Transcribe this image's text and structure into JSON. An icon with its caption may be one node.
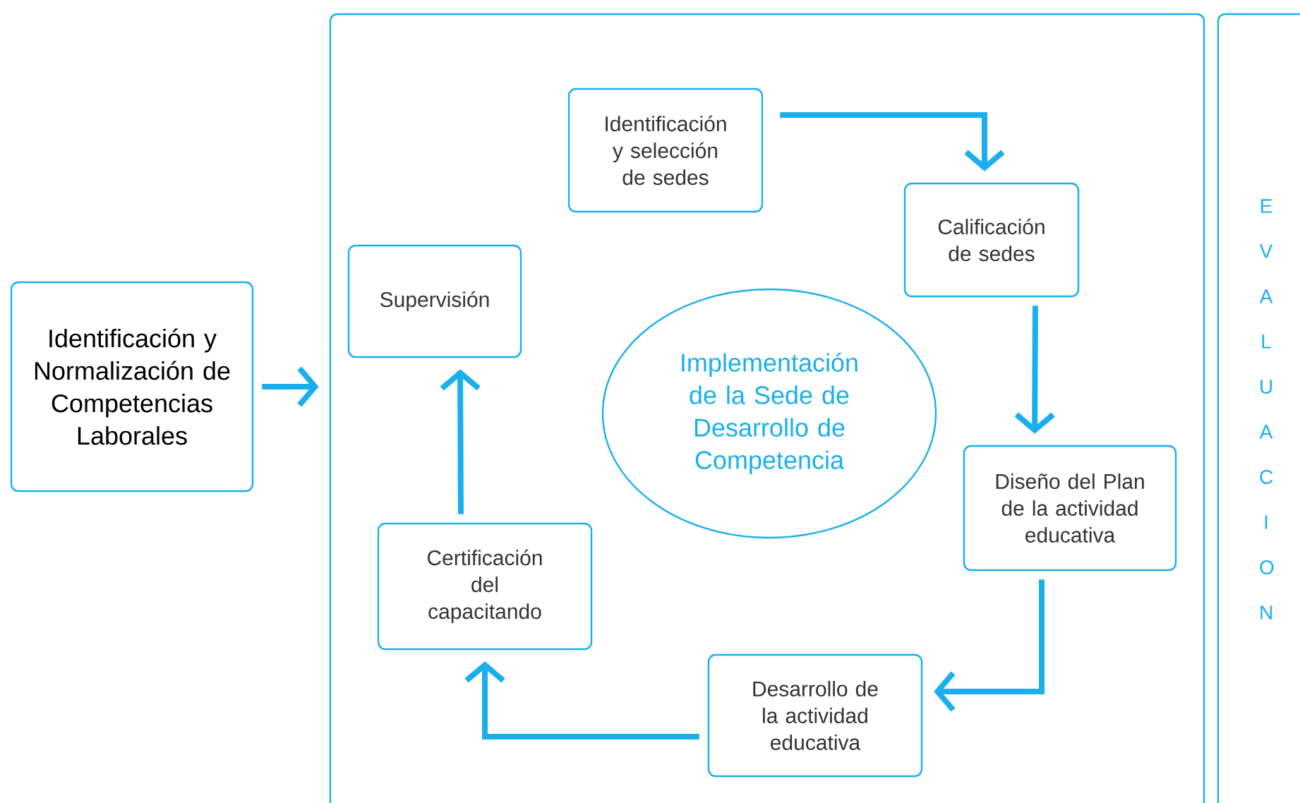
{
  "diagram": {
    "nodes": [
      {
        "text": [
          "Identificación y Normalización de Competencias Laborales"
        ]
      },
      {
        "text": [],
        "shape": "box"
      },
      {
        "text": [
          "Identificación y selección de sedes"
        ],
        "in": 1
      },
      {
        "text": [
          "Calificación de sedes"
        ],
        "in": 1
      },
      {
        "text": [
          "Implementación de la Sede de Desarrollo de Competencia"
        ],
        "in": 1
      },
      {
        "text": [
          "Diseño del Plan de la actividad educativa"
        ],
        "in": 1
      },
      {
        "text": [
          "Desarrollo de la actividad educativa"
        ],
        "in": 1
      },
      {
        "text": [
          "Certificación del capacitando"
        ],
        "in": 1
      },
      {
        "text": [
          "Supervisión"
        ],
        "in": 1
      },
      {
        "text": [
          "E V A L U A C I O N"
        ]
      }
    ],
    "edges": [
      {
        "from": 0,
        "to": 1,
        "arrow": "to"
      },
      {
        "from": 2,
        "to": 3,
        "arrow": "to"
      },
      {
        "from": 3,
        "to": 5,
        "arrow": "to"
      },
      {
        "from": 5,
        "to": 6,
        "arrow": "to"
      },
      {
        "from": 6,
        "to": 7,
        "arrow": "to"
      },
      {
        "from": 7,
        "to": 8,
        "arrow": "to"
      }
    ]
  }
}
